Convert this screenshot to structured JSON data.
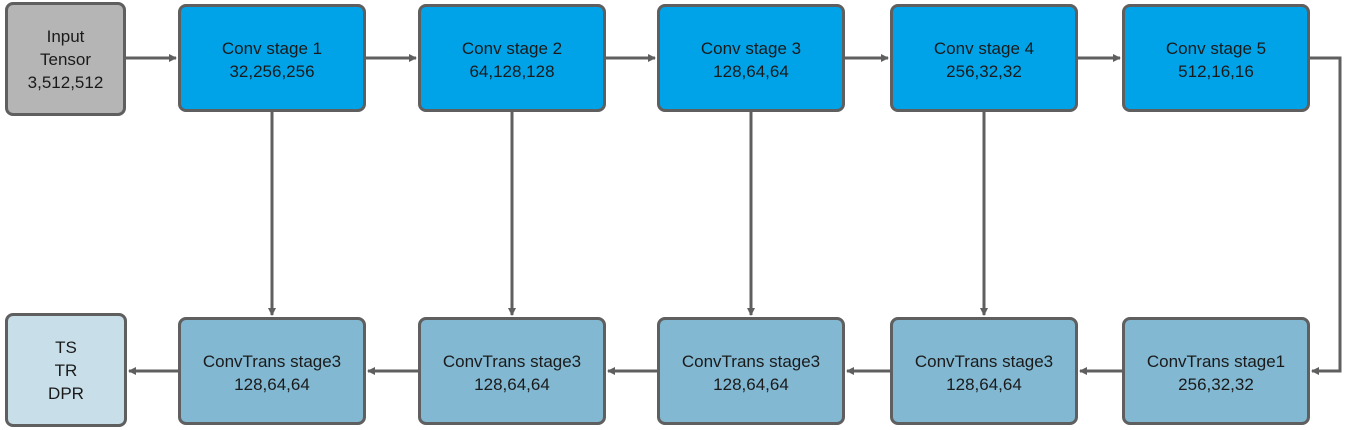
{
  "colors": {
    "conv": "#00a3e8",
    "convtrans": "#82b8d2",
    "input": "#b5b5b5",
    "output": "#c8dfe9",
    "stroke": "#5f5f5f"
  },
  "input": {
    "lines": [
      "Input",
      "Tensor",
      "3,512,512"
    ]
  },
  "encoder": [
    {
      "label": "Conv stage 1",
      "shape": "32,256,256"
    },
    {
      "label": "Conv stage 2",
      "shape": "64,128,128"
    },
    {
      "label": "Conv stage 3",
      "shape": "128,64,64"
    },
    {
      "label": "Conv stage 4",
      "shape": "256,32,32"
    },
    {
      "label": "Conv stage 5",
      "shape": "512,16,16"
    }
  ],
  "decoder": [
    {
      "label": "ConvTrans stage3",
      "shape": "128,64,64"
    },
    {
      "label": "ConvTrans stage3",
      "shape": "128,64,64"
    },
    {
      "label": "ConvTrans stage3",
      "shape": "128,64,64"
    },
    {
      "label": "ConvTrans stage3",
      "shape": "128,64,64"
    },
    {
      "label": "ConvTrans stage1",
      "shape": "256,32,32"
    }
  ],
  "output": {
    "lines": [
      "TS",
      "TR",
      "DPR"
    ]
  }
}
